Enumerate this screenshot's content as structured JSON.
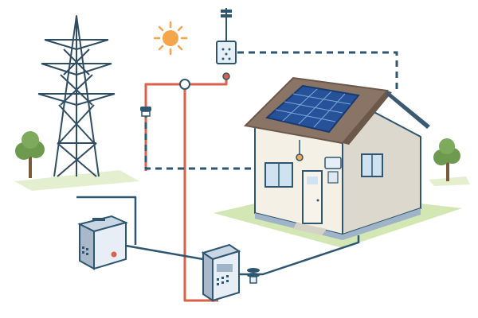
{
  "diagram": {
    "kind": "solar-grid-tie-illustration",
    "labels": [],
    "components": [
      {
        "id": "transmission-tower",
        "icon": "power-pylon-icon"
      },
      {
        "id": "sun",
        "icon": "sun-icon"
      },
      {
        "id": "house",
        "icon": "house-icon"
      },
      {
        "id": "solar-panel",
        "icon": "solar-panel-icon"
      },
      {
        "id": "smart-meter",
        "icon": "meter-box-icon"
      },
      {
        "id": "battery-storage",
        "icon": "battery-icon"
      },
      {
        "id": "inverter",
        "icon": "inverter-icon"
      },
      {
        "id": "weather-sensor",
        "icon": "antenna-icon"
      }
    ],
    "connections": [
      {
        "from": "transmission-tower",
        "to": "inverter",
        "style": "solid",
        "color": "#d9604a"
      },
      {
        "from": "smart-meter",
        "to": "house",
        "style": "dashed",
        "color": "#2e5670"
      },
      {
        "from": "inverter",
        "to": "house",
        "style": "dashed",
        "color": "#2e5670"
      },
      {
        "from": "battery-storage",
        "to": "inverter",
        "style": "solid",
        "color": "#2e5670"
      },
      {
        "from": "inverter",
        "to": "house",
        "style": "solid",
        "color": "#2e5670"
      }
    ]
  },
  "colors": {
    "power_line": "#d9604a",
    "data_line": "#2e5670",
    "grass": "#d3e7b5",
    "roof": "#8a7466",
    "panel": "#26529a",
    "wall": "#f4f0e6",
    "sun": "#f5a64a",
    "tree": "#6d9a4e"
  }
}
